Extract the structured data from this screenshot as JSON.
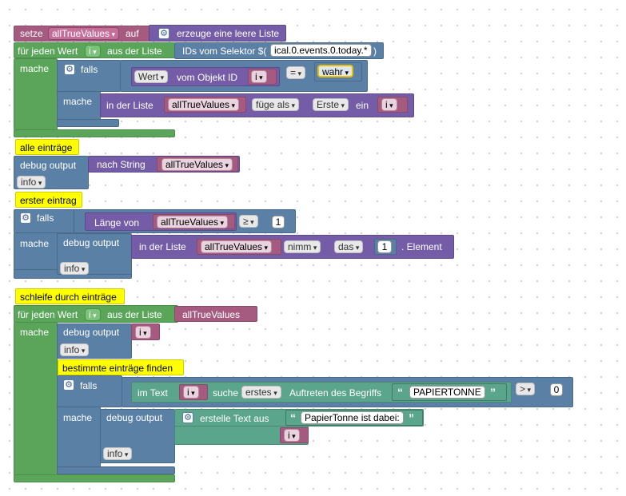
{
  "colors": {
    "loop": "#5ba55b",
    "list": "#745ca6",
    "logic": "#5b80a5",
    "variable": "#a55b80",
    "text": "#5ba58c",
    "note": "#ffff00"
  },
  "block1": {
    "set_label": "setze",
    "var": "allTrueValues",
    "to_label": "auf",
    "create_label": "erzeuge eine leere Liste"
  },
  "block2": {
    "for_each_label": "für jeden Wert",
    "var": "i",
    "in_list_label": "aus der Liste",
    "selector_label": "IDs vom Selektor $(",
    "selector_value": "ical.0.events.0.today.*",
    "selector_close": ")",
    "do_label": "mache",
    "if_label": "falls",
    "state_field": "Wert",
    "of_object_label": "vom Objekt ID",
    "object_var": "i",
    "op": "=",
    "bool": "wahr",
    "then_label": "mache",
    "in_list_label2": "in der Liste",
    "list_var": "allTrueValues",
    "insert_mode": "füge als",
    "position": "Erste",
    "as_label": "ein",
    "insert_var": "i"
  },
  "note1": "alle einträge",
  "block3": {
    "debug_label": "debug output",
    "to_string_label": "nach String",
    "var": "allTrueValues",
    "level": "info"
  },
  "note2": "erster eintrag",
  "block4": {
    "if_label": "falls",
    "length_label": "Länge von",
    "var": "allTrueValues",
    "op": "≥",
    "num": "1",
    "do_label": "mache",
    "debug_label": "debug output",
    "in_list_label": "in der Liste",
    "list_var": "allTrueValues",
    "take_mode": "nimm",
    "which": "das",
    "index": "1",
    "element_label": ". Element",
    "level": "info"
  },
  "note3": "schleife durch einträge",
  "block5": {
    "for_each_label": "für jeden Wert",
    "var": "i",
    "in_list_label": "aus der Liste",
    "list_var": "allTrueValues",
    "do_label": "mache",
    "debug_label": "debug output",
    "debug_var": "i",
    "level": "info"
  },
  "note4": "bestimmte einträge finden",
  "block6": {
    "if_label": "falls",
    "in_text_label": "im Text",
    "text_var": "i",
    "find_label": "suche",
    "find_mode": "erstes",
    "occurrence_label": "Auftreten des Begriffs",
    "open_quote": "“",
    "search_term": "PAPIERTONNE",
    "close_quote": "”",
    "op": ">",
    "num": "0",
    "do_label": "mache",
    "debug_label": "debug output",
    "create_text_label": "erstelle Text aus",
    "text_value": "PapierTonne ist dabei: ",
    "text_var2": "i",
    "level": "info"
  }
}
